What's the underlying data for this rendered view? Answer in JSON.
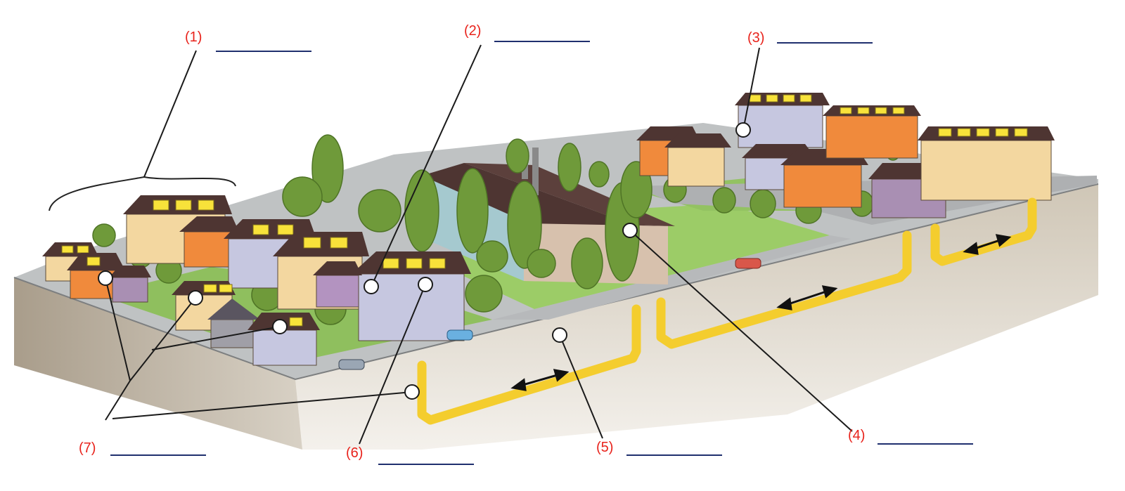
{
  "labels": [
    {
      "id": "1",
      "text": "(1)"
    },
    {
      "id": "2",
      "text": "(2)"
    },
    {
      "id": "3",
      "text": "(3)"
    },
    {
      "id": "4",
      "text": "(4)"
    },
    {
      "id": "5",
      "text": "(5)"
    },
    {
      "id": "6",
      "text": "(6)"
    },
    {
      "id": "7",
      "text": "(7)"
    }
  ],
  "colors": {
    "label_text": "#e8231c",
    "answer_line": "#1f2f6e",
    "pipe": "#f4cd2e",
    "ground_front": "#c9bfae",
    "road": "#c4c6c8",
    "lawn": "#8fbf5e",
    "tree": "#6f9a3a",
    "roof": "#4e3532",
    "solar_panel": "#f8e23a",
    "plant_building": "#9fc4c9"
  },
  "icons": [
    "callout-marker-icon",
    "double-arrow-icon",
    "solar-panel-icon",
    "car-icon",
    "tree-icon",
    "house-icon",
    "chimney-icon"
  ]
}
